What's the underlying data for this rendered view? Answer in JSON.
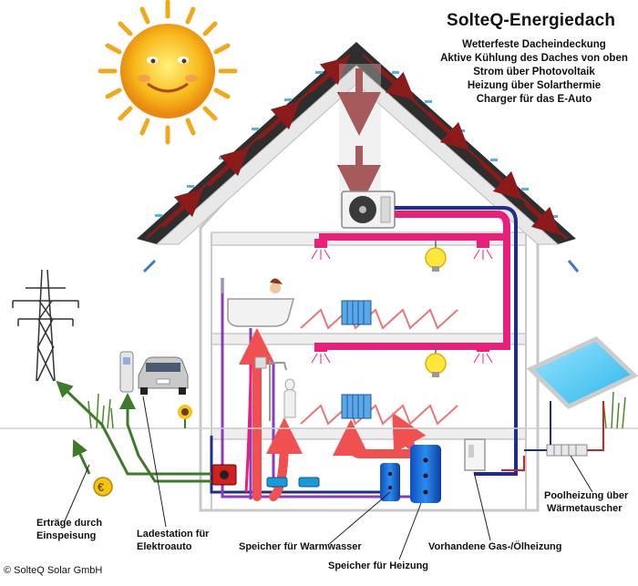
{
  "header": {
    "title": "SolteQ-Energiedach",
    "features": [
      "Wetterfeste Dacheindeckung",
      "Aktive Kühlung des Daches von oben",
      "Strom über Photovoltaik",
      "Heizung über Solarthermie",
      "Charger für das E-Auto"
    ]
  },
  "labels": {
    "feed_in_line1": "Erträge durch",
    "feed_in_line2": "Einspeisung",
    "charging_line1": "Ladestation für",
    "charging_line2": "Elektroauto",
    "hot_water_storage": "Speicher für Warmwasser",
    "heating_storage": "Speicher für Heizung",
    "existing_heating": "Vorhandene Gas-/Ölheizung",
    "pool_line1": "Poolheizung über",
    "pool_line2": "Wärmetauscher"
  },
  "footer": {
    "copyright": "© SolteQ Solar GmbH"
  },
  "colors": {
    "hot": "#e8207a",
    "cold": "#1c2d8c",
    "solar_flow": "#f05050",
    "grid_flow": "#3d7a2a",
    "charger_flow": "#8a3bc0",
    "roof_arrow": "#8b1a1a"
  }
}
